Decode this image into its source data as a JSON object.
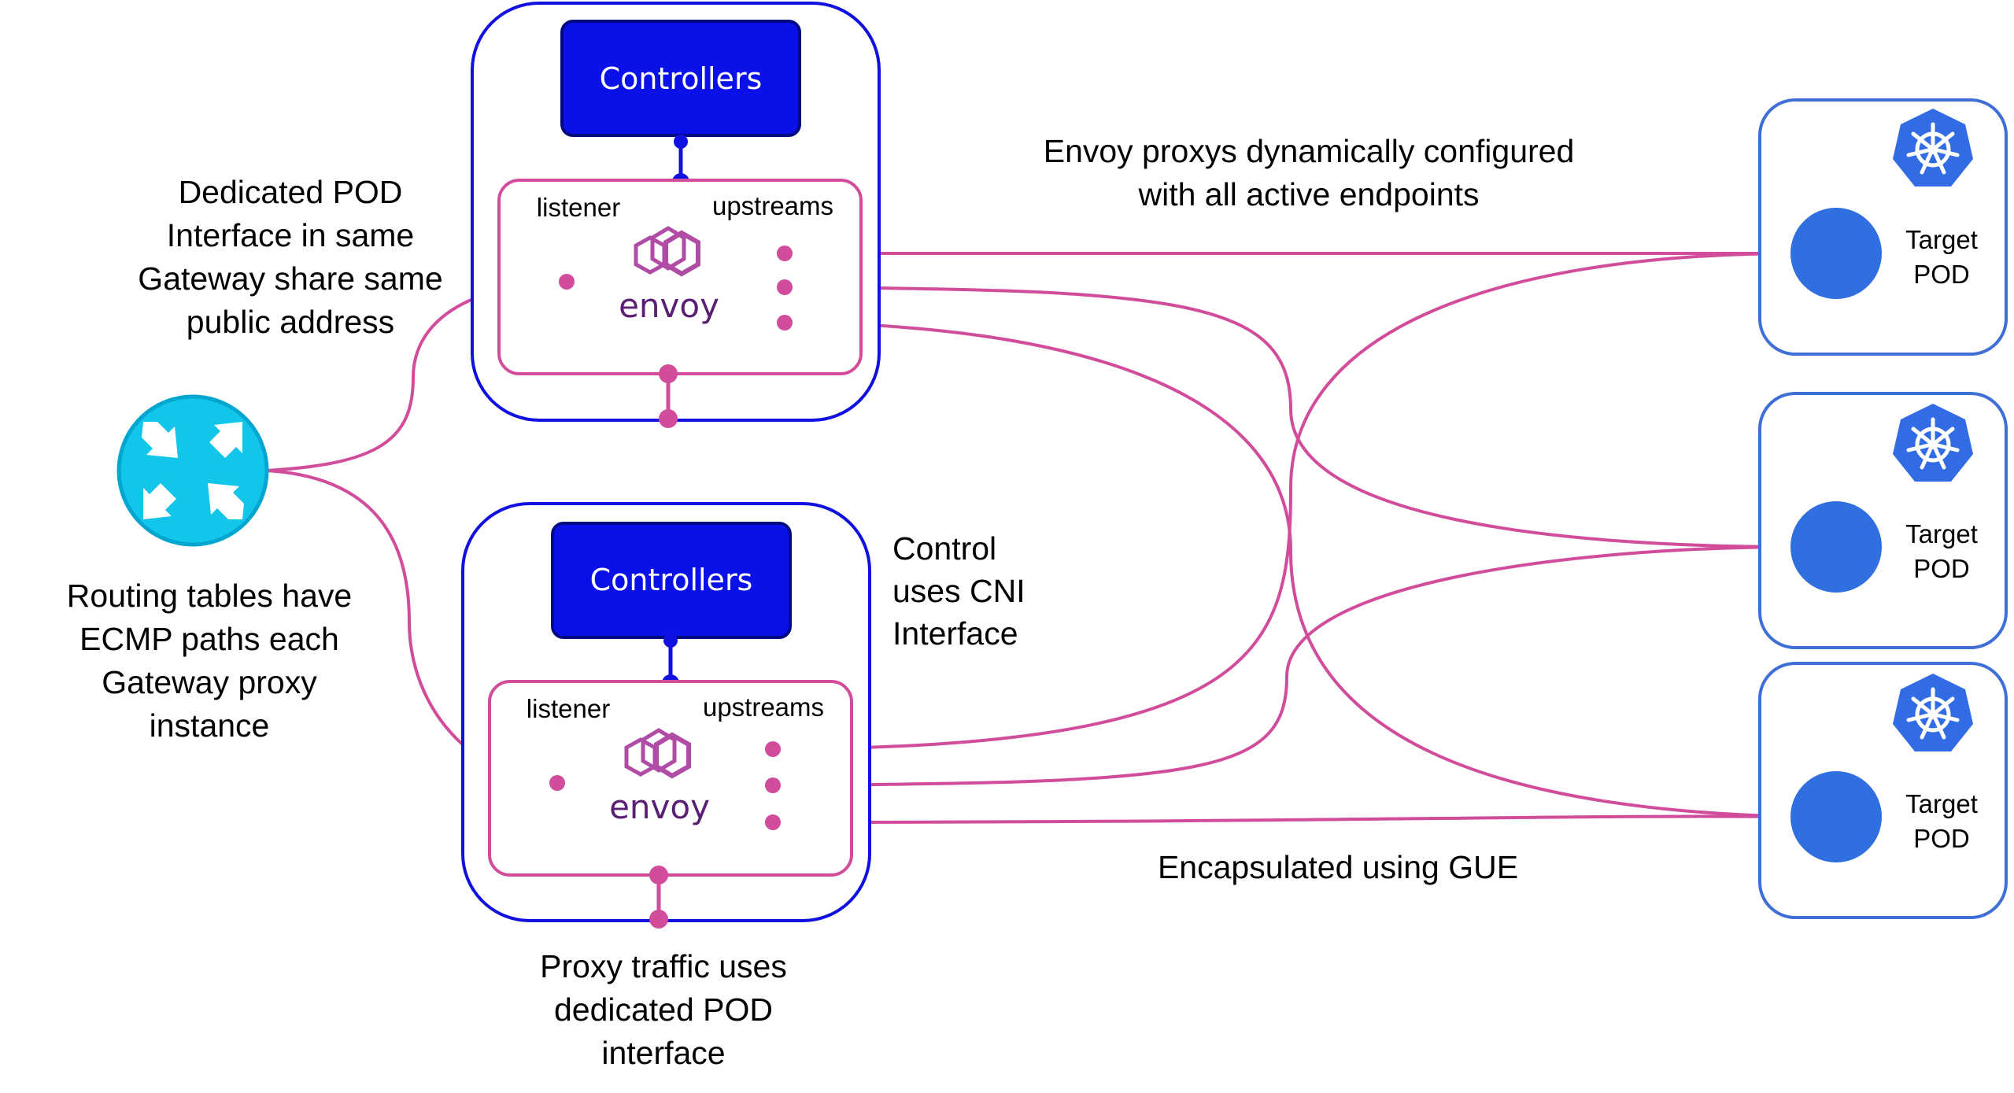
{
  "colors": {
    "gateway_border": "#1010e0",
    "controller_fill": "#0a10e8",
    "controller_border": "#000a80",
    "envoy_pink": "#d24c9c",
    "pod_border": "#3f6fd6",
    "pod_fill": "#2f6fe0",
    "k8s_blue": "#326ce5",
    "router_fill": "#12c6ea",
    "router_ring": "#00a6d0",
    "envoy_logo": "#b14ca6",
    "envoy_word": "#5a1e74"
  },
  "gateways": [
    {
      "controllers_label": "Controllers",
      "listener_label": "listener",
      "upstreams_label": "upstreams",
      "envoy_label": "envoy"
    },
    {
      "controllers_label": "Controllers",
      "listener_label": "listener",
      "upstreams_label": "upstreams",
      "envoy_label": "envoy"
    }
  ],
  "pods": [
    {
      "label_line1": "Target",
      "label_line2": "POD",
      "icon": "kubernetes-icon"
    },
    {
      "label_line1": "Target",
      "label_line2": "POD",
      "icon": "kubernetes-icon"
    },
    {
      "label_line1": "Target",
      "label_line2": "POD",
      "icon": "kubernetes-icon"
    }
  ],
  "router": {
    "icon": "router-icon"
  },
  "annotations": {
    "dedicated_pod": [
      "Dedicated POD",
      "Interface in same",
      "Gateway share same",
      "public address"
    ],
    "routing_tables": [
      "Routing tables have",
      "ECMP paths each",
      "Gateway proxy",
      "instance"
    ],
    "control_cni": [
      "Control",
      "uses CNI",
      "Interface"
    ],
    "proxy_traffic": [
      "Proxy traffic uses",
      "dedicated POD",
      "interface"
    ],
    "envoy_dynamic": [
      "Envoy proxys dynamically configured",
      "with all active endpoints"
    ],
    "encapsulated": "Encapsulated using GUE"
  }
}
